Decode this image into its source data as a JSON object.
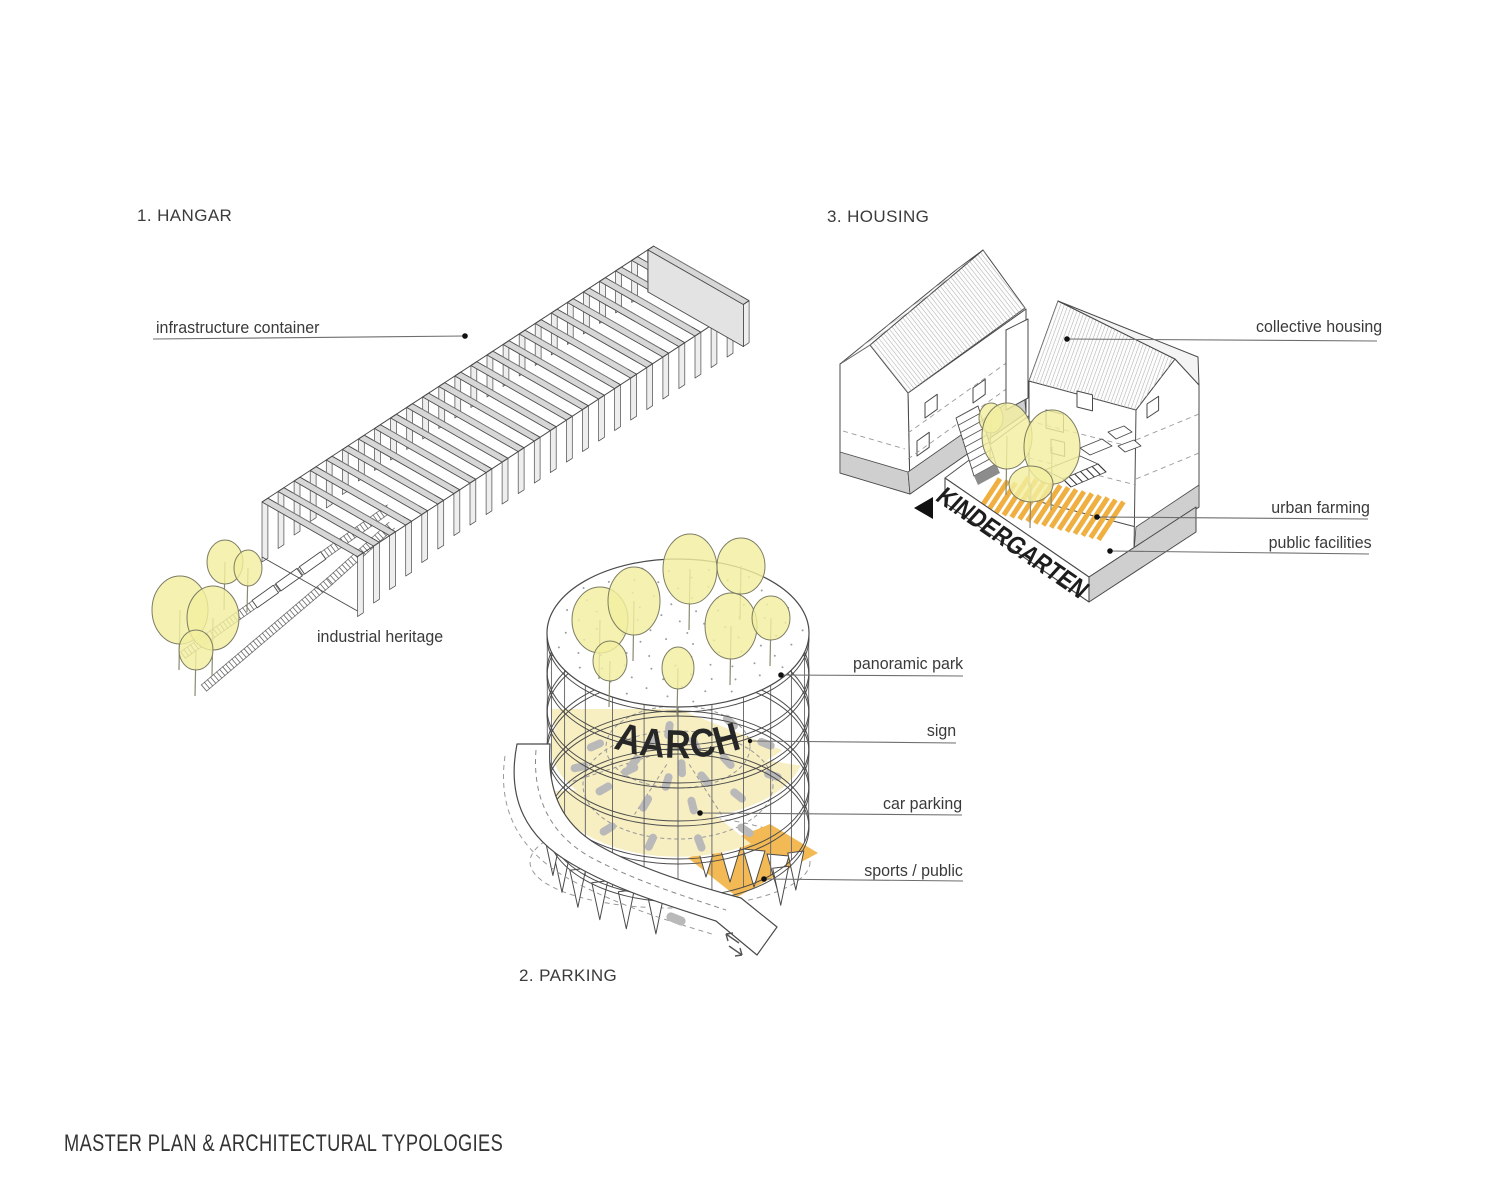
{
  "page_title": "MASTER PLAN & ARCHITECTURAL TYPOLOGIES",
  "sections": {
    "hangar": {
      "title": "1. HANGAR",
      "labels": {
        "infrastructure_container": "infrastructure container",
        "industrial_heritage": "industrial heritage"
      }
    },
    "parking": {
      "title": "2. PARKING",
      "sign_text": "AARCH",
      "labels": {
        "panoramic_park": "panoramic park",
        "sign": "sign",
        "car_parking": "car parking",
        "sports_public": "sports / public"
      }
    },
    "housing": {
      "title": "3. HOUSING",
      "plinth_text": "KINDERGARTEN",
      "labels": {
        "collective_housing": "collective housing",
        "urban_farming": "urban farming",
        "public_facilities": "public facilities"
      }
    }
  },
  "colors": {
    "background": "#ffffff",
    "outline": "#4a4a4a",
    "panel_gray": "#d7d7d7",
    "leg_gray": "#eeeeee",
    "cap_gray": "#e3e3e3",
    "plinth_gray": "#cfcfcf",
    "tree_fill": "#f3efa0",
    "tree_stroke": "#7c7c64",
    "stripe_orange": "#efb041",
    "sector_yellow": "#f7eec2",
    "sports_orange": "#f2b955",
    "car_gray": "#b9b9b9",
    "hatch_gray": "#b8b8b8",
    "leader_line": "#6e6e6e",
    "dot_black": "#111111",
    "label_text": "#3a3a3a",
    "sign_text": "#262626"
  }
}
